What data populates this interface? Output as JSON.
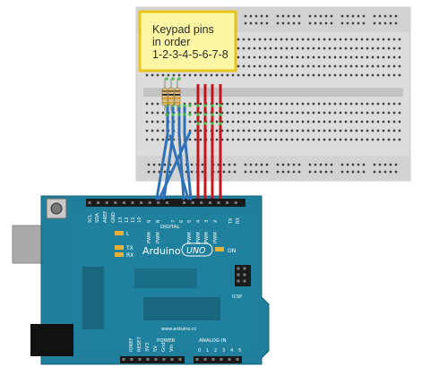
{
  "note": {
    "lines": [
      "Keypad pins",
      "in order",
      "1-2-3-4-5-6-7-8"
    ],
    "color": "#fdf6a4",
    "border": "#e8c51a"
  },
  "board": {
    "brand": "Arduino",
    "model": "UNO",
    "on_label": "ON",
    "led_l": "L",
    "led_tx": "TX",
    "led_rx": "RX",
    "digital_label": "DIGITAL",
    "top_pin_labels": [
      "SCL",
      "SDA",
      "AREF",
      "GND",
      "1\n3",
      "1\n2",
      "1\n1",
      "1\n0",
      "9",
      "8",
      "7",
      "6",
      "5",
      "4",
      "3",
      "2",
      "1",
      "0"
    ],
    "tx_rx": [
      "TX",
      "RX"
    ],
    "pwm_label": "PWM",
    "icsp_label": "ICSP",
    "website": "www.arduino.cc",
    "power_label": "POWER",
    "analog_label": "ANALOG IN",
    "power_pins": [
      "IOREF",
      "RESET",
      "3V3",
      "5V",
      "Gnd",
      "Vin"
    ],
    "analog_pins": [
      "0",
      "1",
      "2",
      "3",
      "4",
      "5"
    ],
    "color": "#1f7f9c"
  },
  "wires": {
    "blue": "#2f72b8",
    "red": "#c4151c"
  }
}
